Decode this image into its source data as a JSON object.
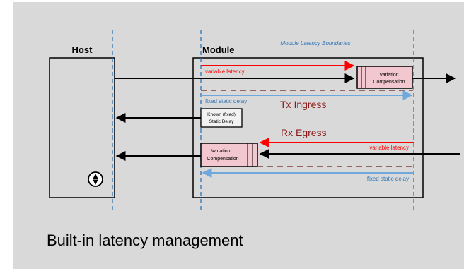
{
  "diagram": {
    "host_label": "Host",
    "module_label": "Module",
    "boundaries_label": "Module Latency Boundaries",
    "tx": {
      "variable_latency": "variable latency",
      "compensation": [
        "Variation",
        "Compensation"
      ],
      "fixed_static_delay": "fixed static delay",
      "ingress_label": "Tx Ingress"
    },
    "known_delay": [
      "Known (fixed)",
      "Static Delay"
    ],
    "rx": {
      "egress_label": "Rx Egress",
      "variable_latency": "variable latency",
      "compensation": [
        "Variation",
        "Compensation"
      ],
      "fixed_static_delay": "fixed static delay"
    },
    "clock_icon": "clock-icon",
    "caption": "Built-in latency management"
  },
  "colors": {
    "background": "#d9d9d9",
    "red_arrow": "#ff0000",
    "blue_arrow": "#6fa8dc",
    "boundary_blue": "#2e75b6",
    "dashed_darkred": "#7f3f3f",
    "comp_fill": "#f2c7cf",
    "label_darkred": "#8b1a1a",
    "text_blue": "#2e75b6"
  }
}
